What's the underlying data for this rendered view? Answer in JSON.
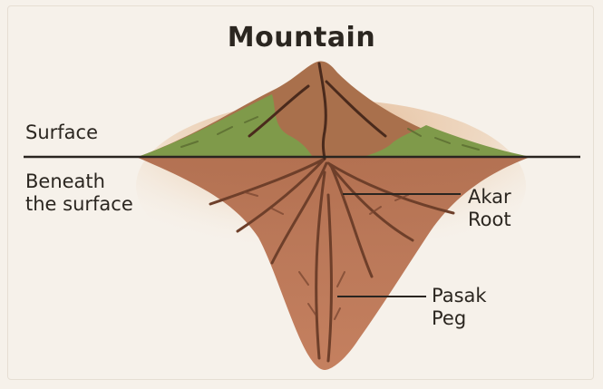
{
  "title": "Mountain",
  "labels": {
    "surface": "Surface",
    "beneath_line1": "Beneath",
    "beneath_line2": "the surface",
    "root_line1": "Akar",
    "root_line2": "Root",
    "peg_line1": "Pasak",
    "peg_line2": "Peg"
  },
  "colors": {
    "background": "#f6f1ea",
    "mountain_green": "#7f9a4a",
    "mountain_brown": "#a9704c",
    "root_brown": "#b57353",
    "soil_tan": "#e7c3a1",
    "outline": "#3a2a20",
    "text": "#2b2620"
  }
}
